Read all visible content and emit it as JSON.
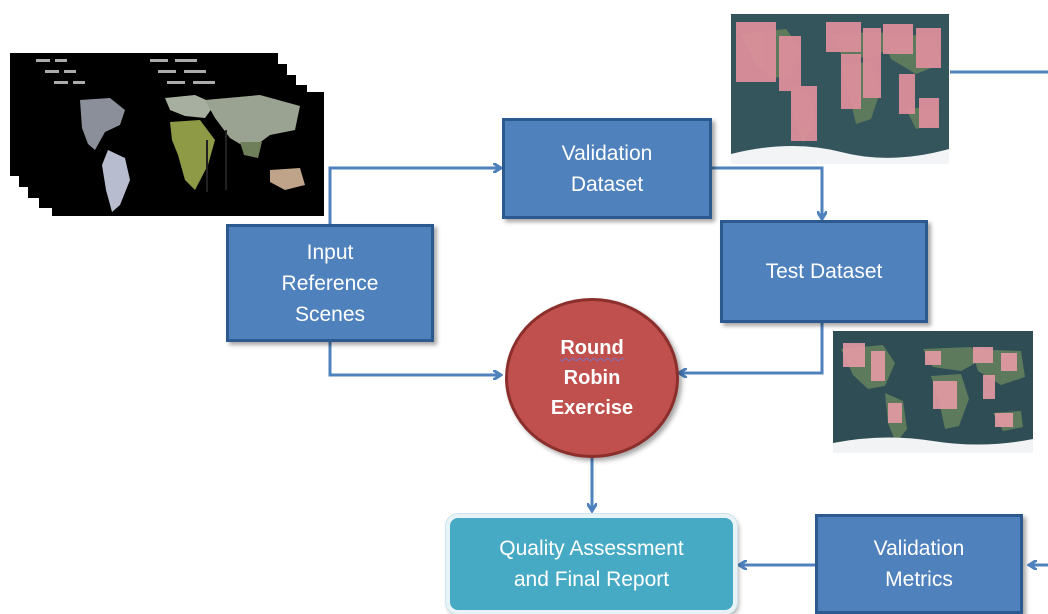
{
  "nodes": {
    "input": "Input\nReference\nScenes",
    "validation_dataset": "Validation\nDataset",
    "test_dataset": "Test Dataset",
    "round_robin": {
      "line1": "Round",
      "line2": "Robin",
      "line3": "Exercise"
    },
    "quality_report": "Quality Assessment\nand Final  Report",
    "validation_metrics": "Validation\nMetrics"
  },
  "colors": {
    "box_fill": "#4f81bd",
    "box_border": "#2d5a8e",
    "circle_fill": "#c0504d",
    "report_fill": "#46aac5",
    "arrow": "#4f81bd"
  },
  "images": [
    {
      "name": "satellite-scenes-stack",
      "depicts": "stack of black satellite world map tiles"
    },
    {
      "name": "validation-dataset-map",
      "depicts": "world map with pink validation sample patches"
    },
    {
      "name": "test-dataset-map",
      "depicts": "world map with pink test sample patches"
    }
  ]
}
